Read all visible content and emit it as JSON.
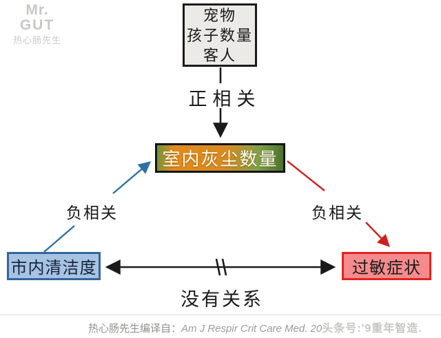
{
  "logo": {
    "line1": "Mr.",
    "line2": "GUT",
    "line3": "热心肠先生"
  },
  "diagram": {
    "top_box": {
      "lines": [
        "宠物",
        "孩子数量",
        "客人"
      ]
    },
    "center_box": {
      "label": "室内灰尘数量"
    },
    "left_box": {
      "label": "市内清洁度"
    },
    "right_box": {
      "label": "过敏症状"
    },
    "edges": {
      "top_to_center": {
        "label": "正相关",
        "direction": "down",
        "color": "#1a1a1a"
      },
      "left_to_center": {
        "label": "负相关",
        "direction": "up-right",
        "color": "#2f6fa8"
      },
      "center_to_right": {
        "label": "负相关",
        "direction": "down-right",
        "color": "#cf2020"
      },
      "left_right": {
        "label": "没有关系",
        "direction": "both",
        "color": "#1a1a1a",
        "symbol": "independence-double-bar"
      }
    },
    "colors": {
      "top_box_fill": "#ebeae7",
      "top_box_border": "#1a1a1a",
      "center_box_gradient": [
        "#6a9440",
        "#e08a1c",
        "#49702c"
      ],
      "left_box_fill": "#a6c3e3",
      "left_box_border": "#33669b",
      "right_box_fill": "#f68b8d",
      "right_box_border": "#e02421"
    }
  },
  "footer": {
    "source_prefix": "热心肠先生编译自：",
    "citation": "Am J Respir Crit Care Med. 20",
    "watermark": "头条号:'9重年智造."
  }
}
